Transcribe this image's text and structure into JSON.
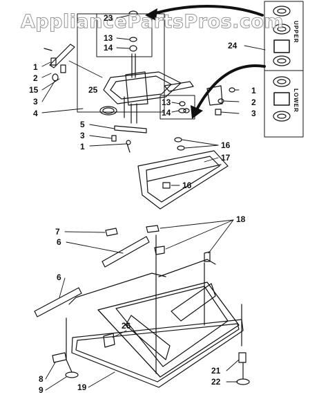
{
  "watermark": "AppliancePartsPros.com",
  "side_labels": {
    "upper": "UPPER",
    "lower": "LOWER"
  },
  "callouts": {
    "c23": "23",
    "c13a": "13",
    "c14a": "14",
    "c24": "24",
    "c1a": "1",
    "c2a": "2",
    "c15": "15",
    "c3a": "3",
    "c4": "4",
    "c25": "25",
    "c13b": "13",
    "c14b": "14",
    "c1b": "1",
    "c2b": "2",
    "c3b": "3",
    "c5": "5",
    "c3c": "3",
    "c1c": "1",
    "c16a": "16",
    "c17": "17",
    "c16b": "16",
    "c7": "7",
    "c6a": "6",
    "c18": "18",
    "c6b": "6",
    "c26": "26",
    "c8": "8",
    "c9": "9",
    "c19": "19",
    "c21": "21",
    "c22": "22"
  }
}
